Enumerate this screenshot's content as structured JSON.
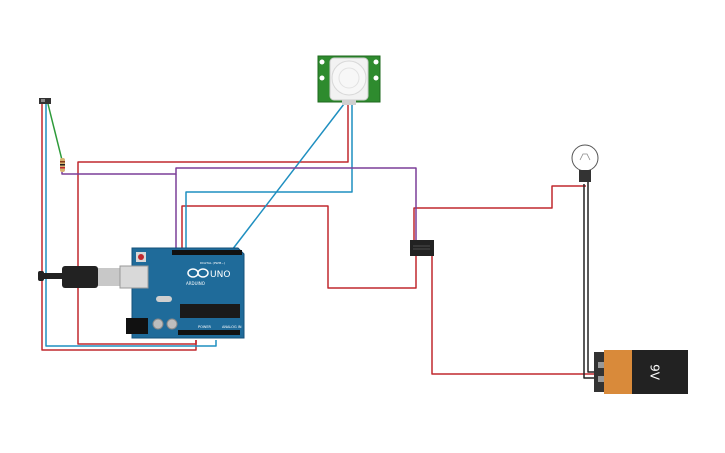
{
  "arduino": {
    "logo_text": "UNO",
    "brand_text": "ARDUINO",
    "digital_label": "DIGITAL (PWM~)",
    "power_label": "POWER",
    "analog_label": "ANALOG IN",
    "color_board": "#1f6b9a",
    "color_board_dark": "#15507a"
  },
  "battery": {
    "label": "9V",
    "color_body": "#d98a3a",
    "color_cap": "#222222"
  },
  "pir_sensor": {
    "color_pcb": "#2e8b2e"
  },
  "relay": {
    "color": "#222222"
  },
  "bulb": {
    "color_glass": "#ffffff"
  },
  "wires": {
    "red": "#c0282e",
    "blue": "#1f8fc0",
    "purple": "#7b3f98",
    "green": "#2e9b3a",
    "black": "#222222"
  }
}
